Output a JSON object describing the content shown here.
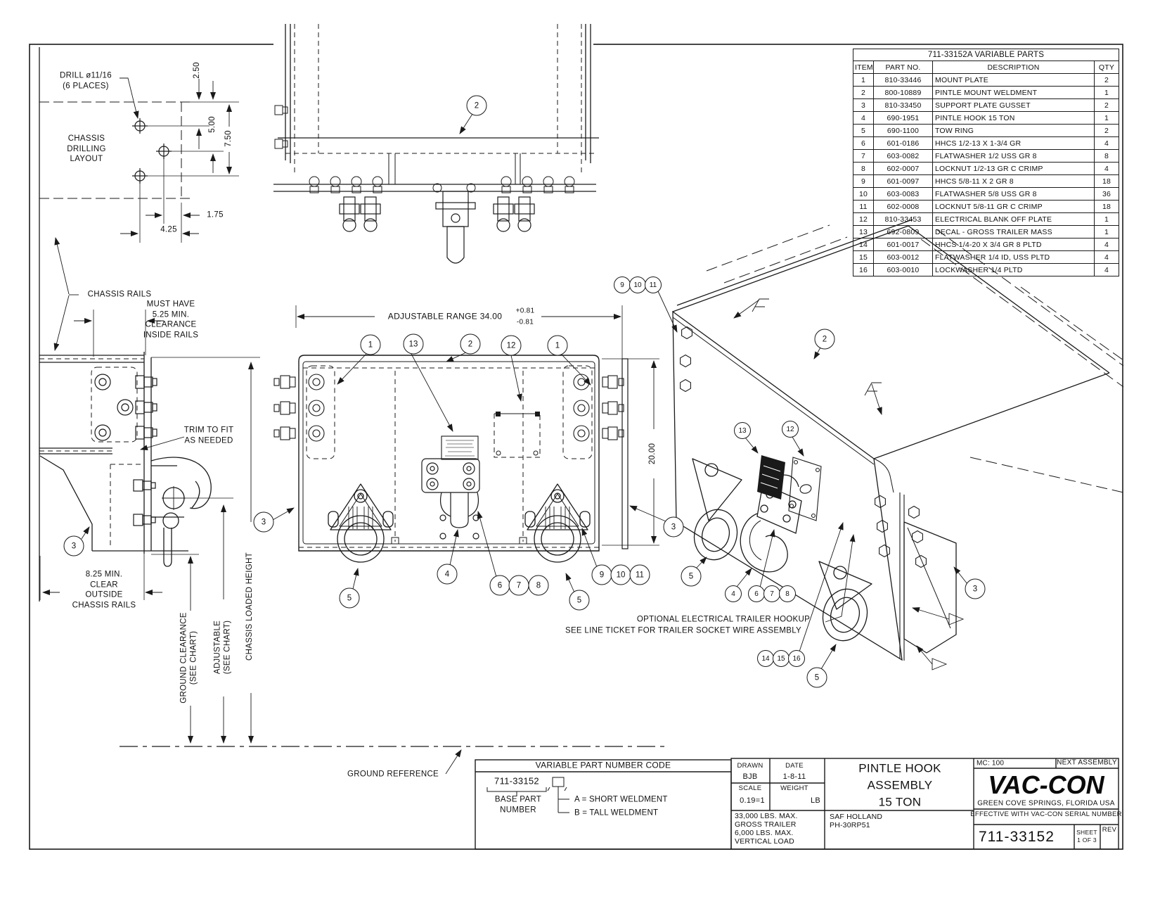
{
  "parts_table": {
    "title": "711-33152A  VARIABLE PARTS",
    "headers": [
      "ITEM",
      "PART NO.",
      "DESCRIPTION",
      "QTY"
    ],
    "rows": [
      [
        "1",
        "810-33446",
        "MOUNT PLATE",
        "2"
      ],
      [
        "2",
        "800-10889",
        "PINTLE MOUNT WELDMENT",
        "1"
      ],
      [
        "3",
        "810-33450",
        "SUPPORT PLATE GUSSET",
        "2"
      ],
      [
        "4",
        "690-1951",
        "PINTLE HOOK 15 TON",
        "1"
      ],
      [
        "5",
        "690-1100",
        "TOW RING",
        "2"
      ],
      [
        "6",
        "601-0186",
        "HHCS 1/2-13 X 1-3/4 GR",
        "4"
      ],
      [
        "7",
        "603-0082",
        "FLATWASHER 1/2 USS GR 8",
        "8"
      ],
      [
        "8",
        "602-0007",
        "LOCKNUT 1/2-13 GR C CRIMP",
        "4"
      ],
      [
        "9",
        "601-0097",
        "HHCS 5/8-11 X 2 GR 8",
        "18"
      ],
      [
        "10",
        "603-0083",
        "FLATWASHER 5/8 USS GR 8",
        "36"
      ],
      [
        "11",
        "602-0008",
        "LOCKNUT 5/8-11 GR C CRIMP",
        "18"
      ],
      [
        "12",
        "810-33453",
        "ELECTRICAL BLANK OFF PLATE",
        "1"
      ],
      [
        "13",
        "692-0809",
        "DECAL - GROSS TRAILER MASS",
        "1"
      ],
      [
        "14",
        "601-0017",
        "HHCS 1/4-20 X 3/4 GR 8 PLTD",
        "4"
      ],
      [
        "15",
        "603-0012",
        "FLATWASHER 1/4 ID, USS PLTD",
        "4"
      ],
      [
        "16",
        "603-0010",
        "LOCKWASHER 1/4 PLTD",
        "4"
      ]
    ]
  },
  "views": {
    "drilling": {
      "note": "DRILL ø11/16\n(6 PLACES)",
      "label": "CHASSIS\nDRILLING\nLAYOUT",
      "d250": "2.50",
      "d500": "5.00",
      "d750": "7.50",
      "d175": "1.75",
      "d425": "4.25"
    },
    "side": {
      "rails": "CHASSIS RAILS",
      "clearance": "MUST HAVE\n5.25 MIN.\nCLEARANCE\nINSIDE RAILS",
      "trim": "TRIM TO FIT\nAS NEEDED",
      "outside": "8.25 MIN.\nCLEAR\nOUTSIDE\nCHASSIS RAILS",
      "ground_clearance": "GROUND CLEARANCE\n(SEE CHART)",
      "adjustable": "ADJUSTABLE\n(SEE CHART)",
      "loaded_height": "CHASSIS LOADED HEIGHT",
      "ground_ref": "GROUND REFERENCE"
    },
    "front": {
      "adj_range": "ADJUSTABLE RANGE 34.00",
      "tol_plus": "+0.81",
      "tol_minus": "-0.81",
      "height": "20.00"
    },
    "iso": {
      "optional1": "OPTIONAL ELECTRICAL TRAILER HOOKUP",
      "optional2": "SEE LINE TICKET FOR TRAILER SOCKET WIRE ASSEMBLY"
    }
  },
  "balloons": [
    "1",
    "13",
    "2",
    "12",
    "1",
    "3",
    "3",
    "5",
    "4",
    "6",
    "7",
    "8",
    "9",
    "10",
    "11",
    "5",
    "3",
    "2",
    "9",
    "10",
    "11",
    "2",
    "13",
    "12",
    "3",
    "5",
    "4",
    "6",
    "7",
    "8",
    "14",
    "15",
    "16",
    "5"
  ],
  "variable_code": {
    "title": "VARIABLE PART NUMBER CODE",
    "base": "711-33152",
    "base_label": "BASE PART\nNUMBER",
    "opt_a": "A = SHORT WELDMENT",
    "opt_b": "B = TALL WELDMENT"
  },
  "title_block": {
    "drawn_label": "DRAWN",
    "drawn": "BJB",
    "date_label": "DATE",
    "date": "1-8-11",
    "scale_label": "SCALE",
    "scale": "0.19=1",
    "weight_label": "WEIGHT",
    "weight_unit": "LB",
    "rating": "33,000 LBS. MAX.\nGROSS TRAILER\n6,000 LBS. MAX.\nVERTICAL LOAD",
    "vendor": "SAF HOLLAND\nPH-30RP51",
    "title": "PINTLE HOOK\nASSEMBLY\n15 TON",
    "mc": "MC: 100",
    "next_assembly": "NEXT ASSEMBLY",
    "logo": "VAC-CON",
    "location": "GREEN COVE SPRINGS, FLORIDA USA",
    "effective": "EFFECTIVE WITH VAC-CON SERIAL NUMBER",
    "part_number": "711-33152",
    "sheet": "SHEET\n1 OF 3",
    "rev_label": "REV"
  }
}
